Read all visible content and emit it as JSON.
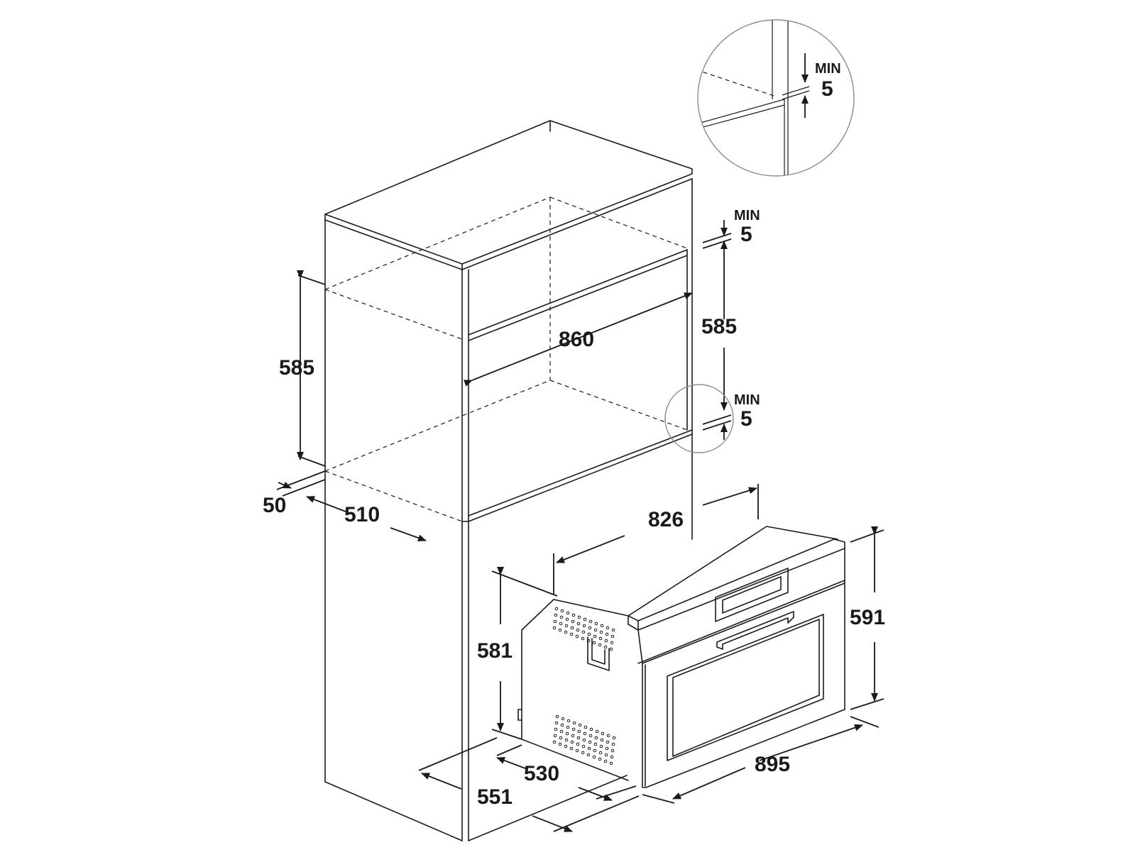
{
  "dimensions": {
    "cabinet_width": "860",
    "cabinet_opening_height_left": "585",
    "cabinet_opening_height_right": "585",
    "top_gap_label": "MIN",
    "top_gap_value": "5",
    "bottom_gap_label": "MIN",
    "bottom_gap_value": "5",
    "detail_gap_label": "MIN",
    "detail_gap_value": "5",
    "front_offset": "50",
    "cabinet_depth": "510",
    "oven_width_rear": "826",
    "oven_body_height": "581",
    "oven_front_height": "591",
    "oven_front_width": "895",
    "oven_body_depth": "530",
    "oven_total_depth": "551"
  },
  "colors": {
    "line": "#1a1a1a",
    "background": "#ffffff",
    "detail_circle": "#8a8a8a"
  }
}
